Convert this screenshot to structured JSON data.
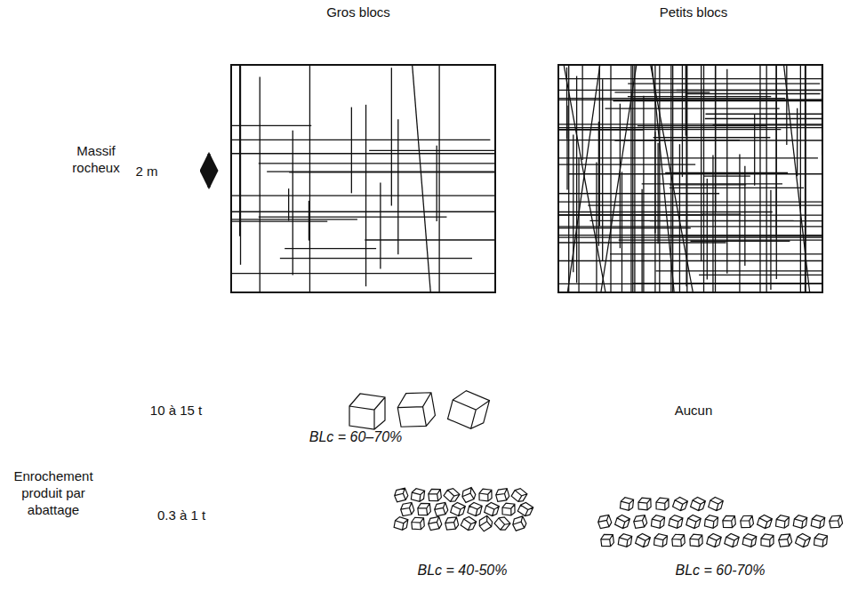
{
  "diagram": {
    "labels": [
      "Gros blocs",
      "Petits blocs",
      "Massif rocheux",
      "2 m",
      "10 à 15 t",
      "Aucun",
      "BLc = 60–70%",
      "Enrochement produit par abattage",
      "0.3 à 1 t",
      "BLc = 40-50%",
      "BLc = 60-70%"
    ]
  }
}
